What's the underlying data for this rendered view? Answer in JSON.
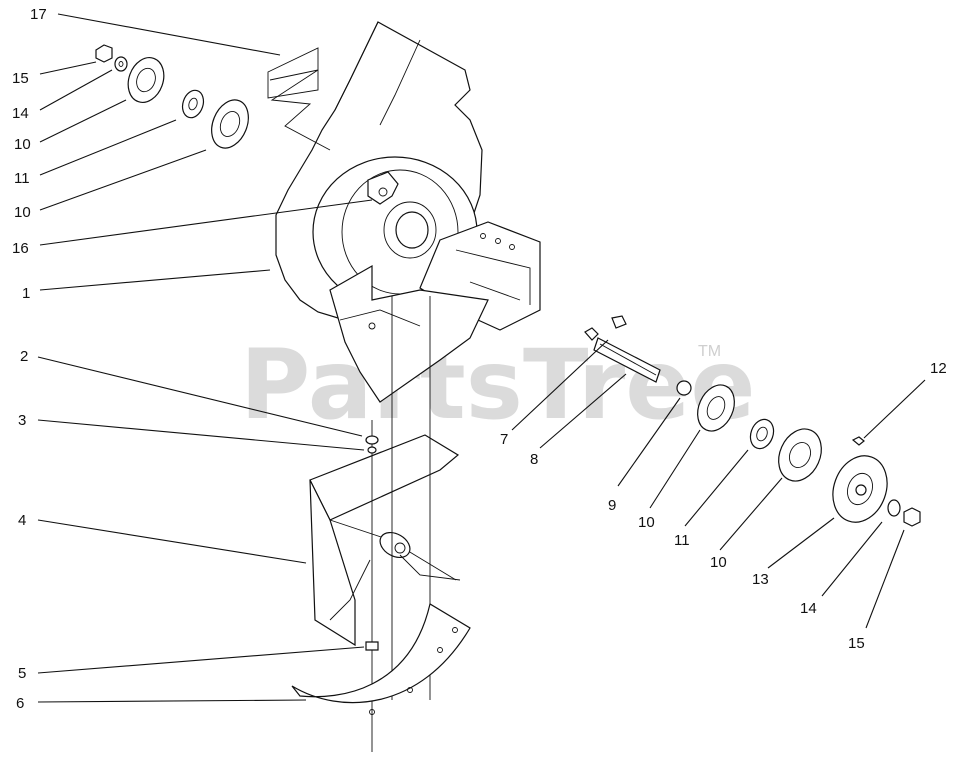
{
  "watermark": {
    "text": "PartsTree",
    "mark": "TM"
  },
  "callouts": [
    {
      "id": "c17",
      "text": "17"
    },
    {
      "id": "c15a",
      "text": "15"
    },
    {
      "id": "c14a",
      "text": "14"
    },
    {
      "id": "c10a",
      "text": "10"
    },
    {
      "id": "c11a",
      "text": "11"
    },
    {
      "id": "c10b",
      "text": "10"
    },
    {
      "id": "c16",
      "text": "16"
    },
    {
      "id": "c1",
      "text": "1"
    },
    {
      "id": "c2",
      "text": "2"
    },
    {
      "id": "c3",
      "text": "3"
    },
    {
      "id": "c4",
      "text": "4"
    },
    {
      "id": "c5",
      "text": "5"
    },
    {
      "id": "c6",
      "text": "6"
    },
    {
      "id": "c7",
      "text": "7"
    },
    {
      "id": "c8",
      "text": "8"
    },
    {
      "id": "c9",
      "text": "9"
    },
    {
      "id": "c10c",
      "text": "10"
    },
    {
      "id": "c11b",
      "text": "11"
    },
    {
      "id": "c10d",
      "text": "10"
    },
    {
      "id": "c12",
      "text": "12"
    },
    {
      "id": "c13",
      "text": "13"
    },
    {
      "id": "c14b",
      "text": "14"
    },
    {
      "id": "c15b",
      "text": "15"
    }
  ]
}
